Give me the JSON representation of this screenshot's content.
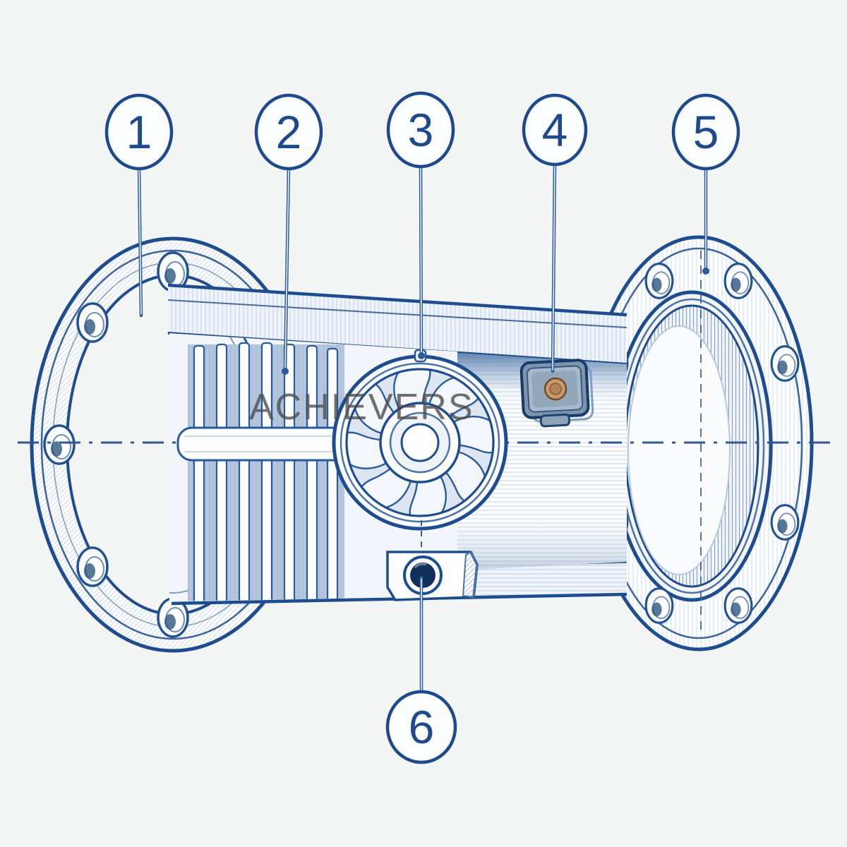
{
  "figure": {
    "watermark": "ACHIEVERS",
    "callouts": [
      {
        "label": "1"
      },
      {
        "label": "2"
      },
      {
        "label": "3"
      },
      {
        "label": "4"
      },
      {
        "label": "5"
      },
      {
        "label": "6"
      }
    ]
  },
  "colors": {
    "ink": "#1e4d8f",
    "line_blue": "#2a5a9a",
    "shade_blue": "#a9bfd9",
    "sensor_body": "#7e94ab",
    "sensor_copper": "#c8996c",
    "plug_dark": "#12315a",
    "watermark_gray": "#4a4a4a",
    "paper": "#f3f4f4"
  }
}
